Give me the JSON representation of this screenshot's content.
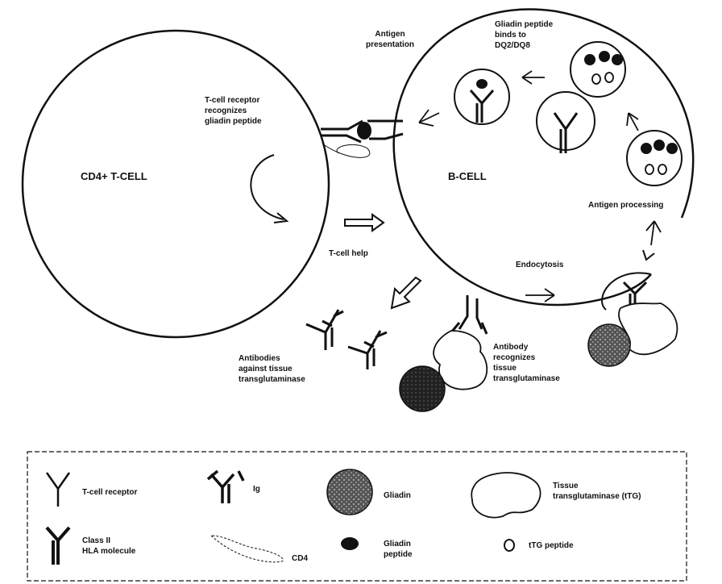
{
  "cells": {
    "tcell": "CD4+ T-CELL",
    "bcell": "B-CELL"
  },
  "labels": {
    "antigen_presentation": "Antigen\npresentation",
    "gliadin_binds": "Gliadin peptide\nbinds to\nDQ2/DQ8",
    "tcr_recognizes": "T-cell receptor\nrecognizes\ngliadin peptide",
    "tcell_help": "T-cell help",
    "antigen_processing": "Antigen processing",
    "endocytosis": "Endocytosis",
    "antibodies_against": "Antibodies\nagainst tissue\ntransglutaminase",
    "antibody_recognizes": "Antibody\nrecognizes\ntissue\ntransglutaminase"
  },
  "legend": {
    "tcell_receptor": "T-cell receptor",
    "ig": "Ig",
    "gliadin": "Gliadin",
    "ttg": "Tissue\ntransglutaminase (tTG)",
    "class2": "Class II\nHLA molecule",
    "cd4": "CD4",
    "gliadin_peptide": "Gliadin\npeptide",
    "ttg_peptide": "tTG peptide"
  }
}
